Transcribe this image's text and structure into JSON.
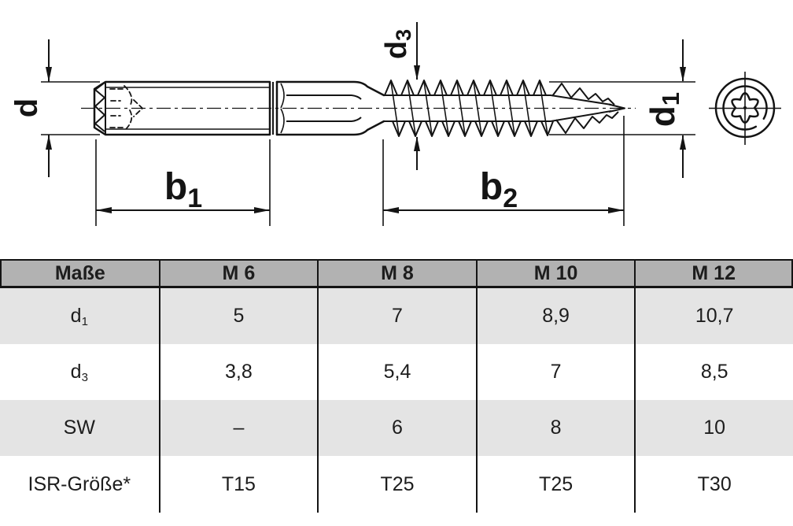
{
  "drawing": {
    "dim_d": {
      "main": "d",
      "sub": ""
    },
    "dim_d3": {
      "main": "d",
      "sub": "3"
    },
    "dim_d1": {
      "main": "d",
      "sub": "1"
    },
    "dim_b1": {
      "main": "b",
      "sub": "1"
    },
    "dim_b2": {
      "main": "b",
      "sub": "2"
    },
    "colors": {
      "line": "#141414"
    }
  },
  "table": {
    "header": [
      "Maße",
      "M 6",
      "M 8",
      "M 10",
      "M 12"
    ],
    "rows": [
      {
        "label": "d",
        "sub": "1",
        "values": [
          "5",
          "7",
          "8,9",
          "10,7"
        ]
      },
      {
        "label": "d",
        "sub": "3",
        "values": [
          "3,8",
          "5,4",
          "7",
          "8,5"
        ]
      },
      {
        "label": "SW",
        "sub": "",
        "values": [
          "–",
          "6",
          "8",
          "10"
        ]
      },
      {
        "label": "ISR-Größe*",
        "sub": "",
        "values": [
          "T15",
          "T25",
          "T25",
          "T30"
        ]
      }
    ],
    "colors": {
      "header_bg": "#b2b2b2",
      "row_alt_bg": "#e4e4e4",
      "row_bg": "#ffffff",
      "border": "#141414"
    }
  }
}
